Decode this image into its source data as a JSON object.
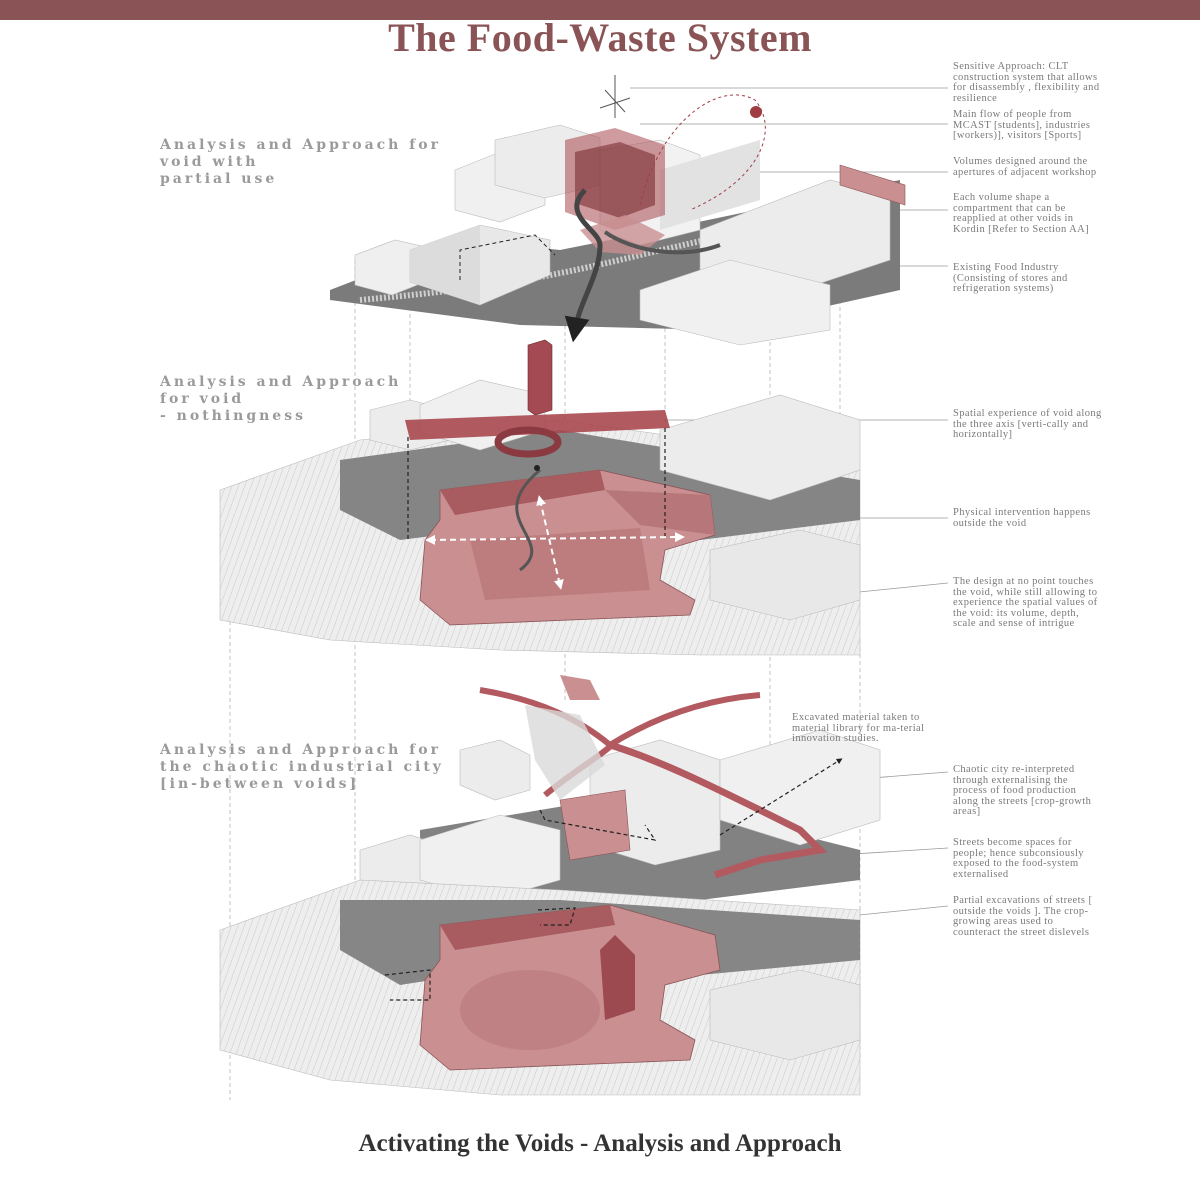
{
  "title": "The Food-Waste System",
  "footer_title": "Activating the Voids - Analysis and Approach",
  "colors": {
    "accent": "#8a5457",
    "void_fill": "#c98f91",
    "void_dark": "#7a2f34",
    "building": "#e4e4e4",
    "street": "#7a7a7a",
    "text_grey": "#7a7a7a"
  },
  "sections": [
    {
      "heading": "Analysis and Approach for\nvoid with\npartial use",
      "notes": [
        "Sensitive Approach: CLT construction system that allows for disassembly , flexibility and resilience",
        "Main flow of people from MCAST [students], industries [workers)], visitors [Sports]",
        "Volumes designed around the apertures of adjacent workshop",
        "Each volume shape a compartment that can be reapplied at other voids in Kordin [Refer to Section AA]",
        "Existing Food Industry (Consisting of stores and refrigeration systems)"
      ]
    },
    {
      "heading": "Analysis and Approach\nfor void\n- nothingness",
      "notes": [
        "Spatial experience of void along the three axis [verti-cally and horizontally]",
        "Physical  intervention  happens outside the void",
        "The design at no point touches the void, while still allowing to experience the spatial values of the void: its volume, depth, scale and sense of intrigue"
      ]
    },
    {
      "heading": "Analysis and Approach for\nthe chaotic industrial  city\n[in-between voids]",
      "mid_note": "Excavated material taken to material library for ma-terial innovation  studies.",
      "notes": [
        "Chaotic  city re-interpreted through externalising the process of food production along the streets [crop-growth areas]",
        "Streets become spaces for people; hence subconsiously exposed to the food-system externalised",
        "Partial excavations of streets [ outside the voids ]. The crop-growing areas used to counteract the street dislevels"
      ]
    }
  ]
}
